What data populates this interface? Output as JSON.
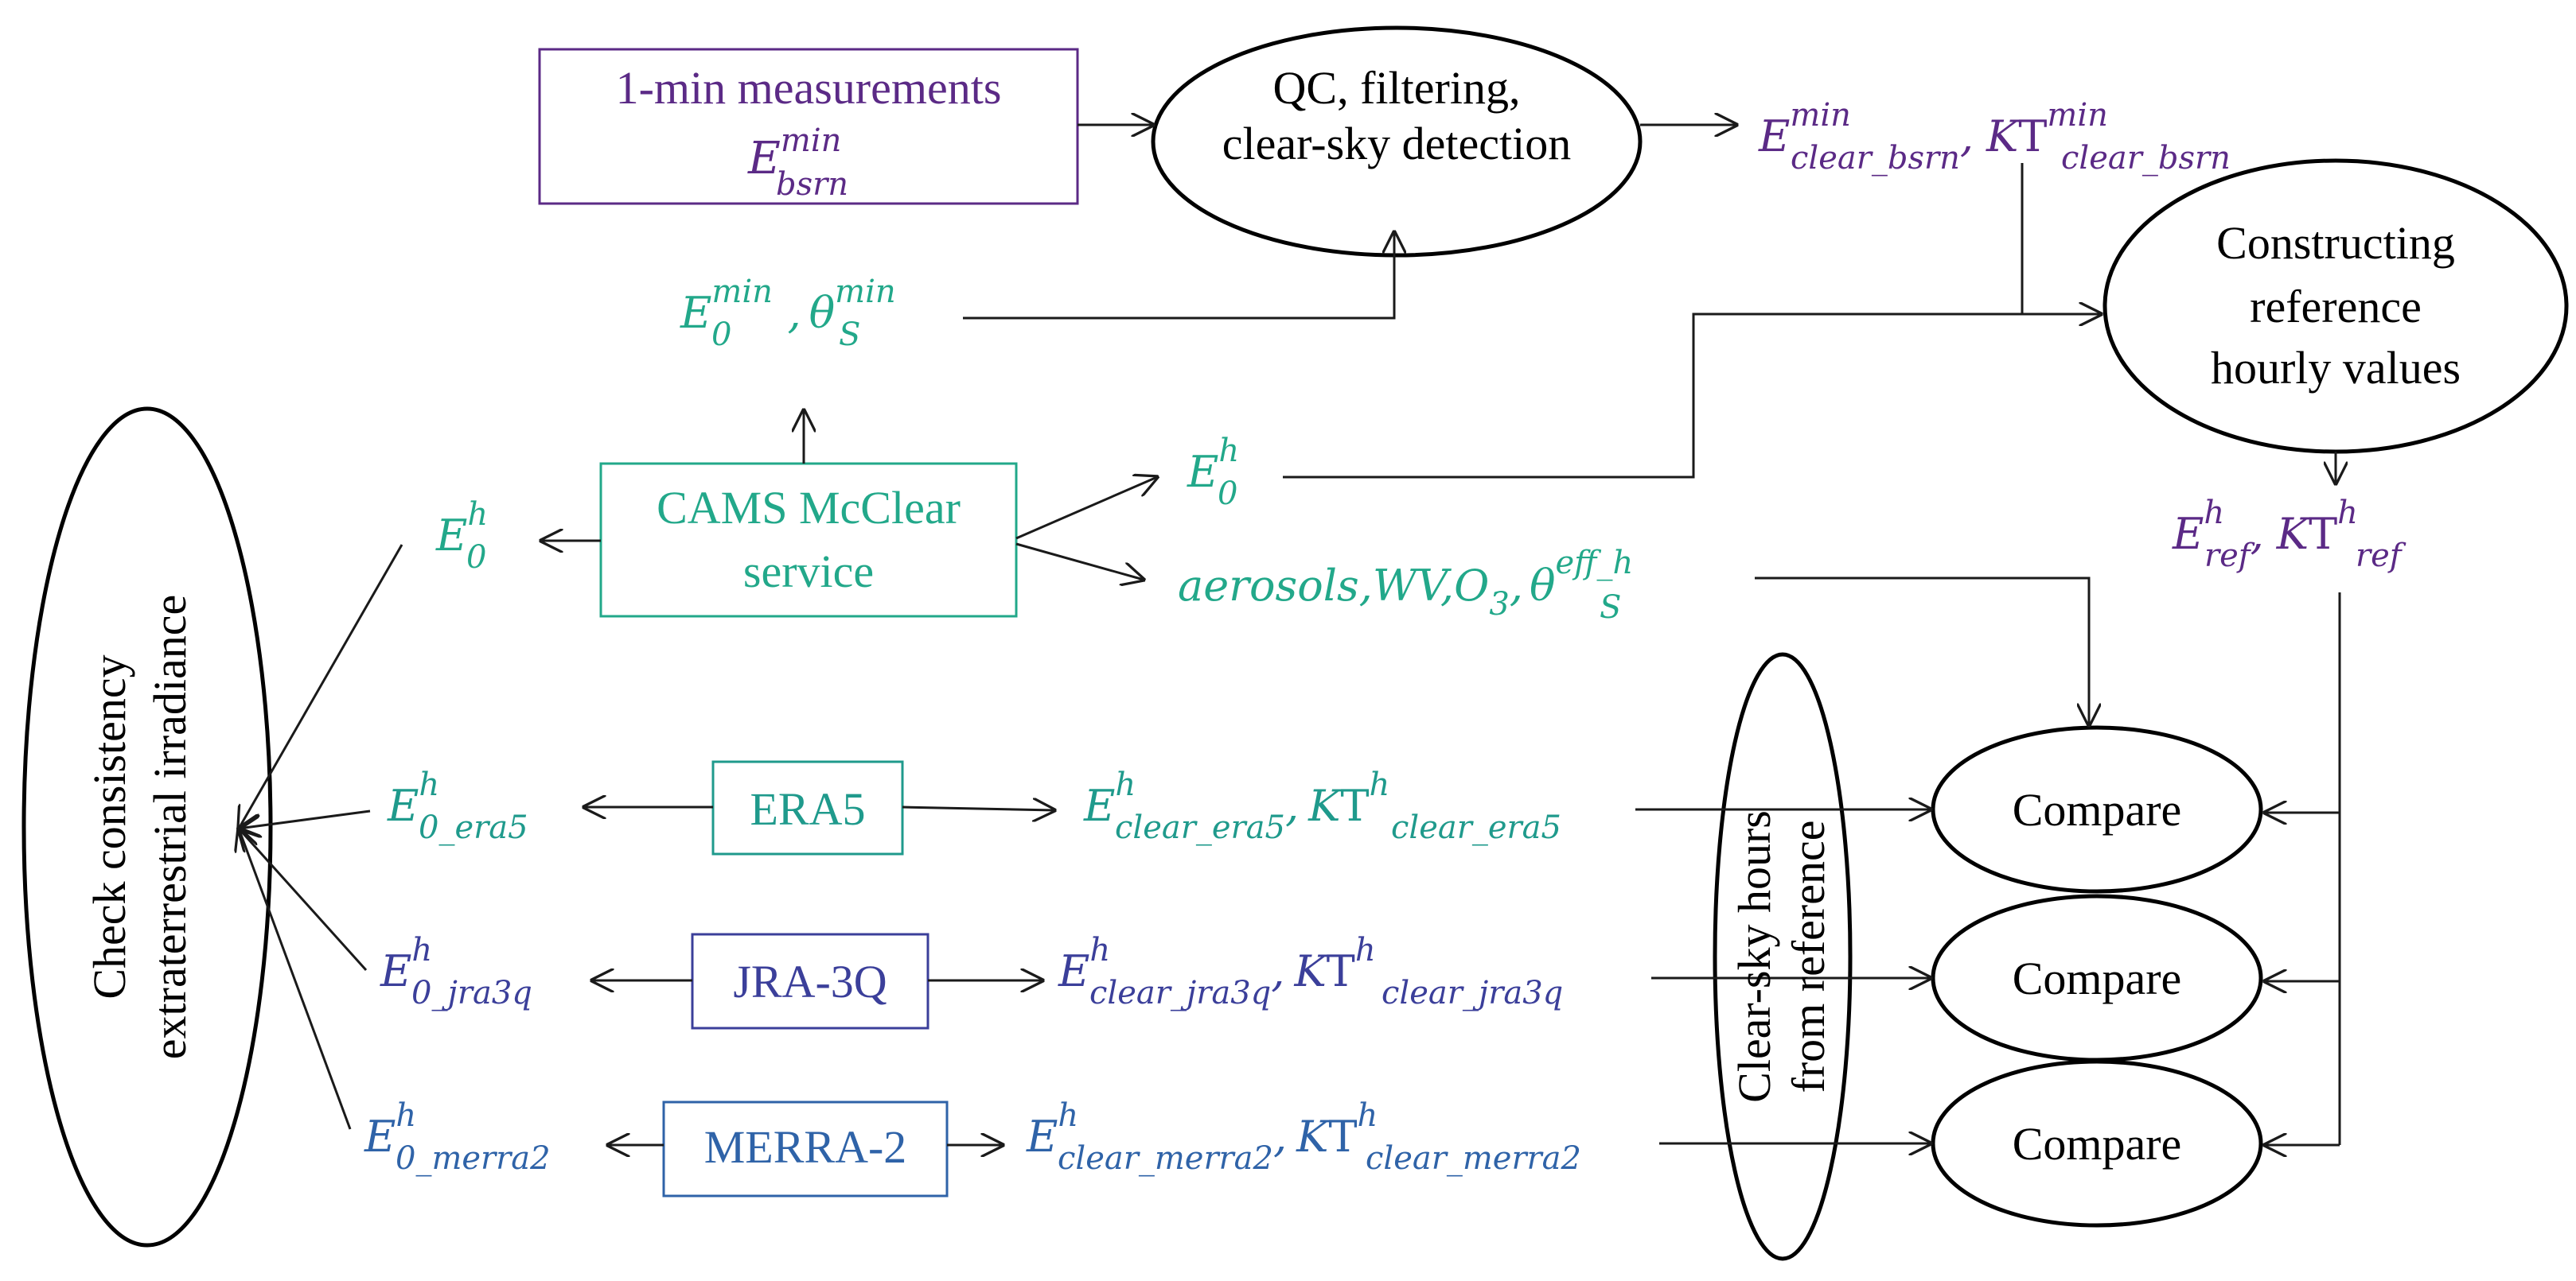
{
  "colors": {
    "purple": "#5b2a86",
    "teal": "#22a88a",
    "blue_era5": "#1f9a8c",
    "blue_jra": "#3b3f9a",
    "blue_merra": "#2f63a8",
    "black": "#000000",
    "line": "#1a1a1a"
  },
  "nodes": {
    "measurements": {
      "line1": "1-min measurements",
      "sym": "E",
      "sup": "min",
      "sub": "bsrn"
    },
    "qc": {
      "line1": "QC, filtering,",
      "line2": "clear-sky detection"
    },
    "constructing": {
      "line1": "Constructing",
      "line2": "reference",
      "line3": "hourly values"
    },
    "cams": {
      "line1": "CAMS McClear",
      "line2": "service"
    },
    "era5": {
      "label": "ERA5"
    },
    "jra3q": {
      "label": "JRA-3Q"
    },
    "merra2": {
      "label": "MERRA-2"
    },
    "check": {
      "line1": "Check consistency",
      "line2": "extraterrestrial irradiance"
    },
    "clearsky": {
      "line1": "Clear-sky hours",
      "line2": "from reference"
    },
    "compare1": {
      "label": "Compare"
    },
    "compare2": {
      "label": "Compare"
    },
    "compare3": {
      "label": "Compare"
    }
  },
  "labels": {
    "clear_bsrn": {
      "E": "E",
      "E_sup": "min",
      "E_sub": "clear_bsrn",
      "sep": ",",
      "K": "K",
      "T": "T",
      "K_sup": "min",
      "K_sub": "clear_bsrn"
    },
    "e0_theta": {
      "E": "E",
      "E_sup": "min",
      "E_sub": "0",
      "sep": ",",
      "theta": "θ",
      "th_sup": "min",
      "th_sub": "S"
    },
    "e0h_right": {
      "E": "E",
      "sup": "h",
      "sub": "0"
    },
    "e0h_left": {
      "E": "E",
      "sup": "h",
      "sub": "0"
    },
    "aerosols": {
      "text": "aerosols,WV,O",
      "o_sub": "3",
      "sep": ",",
      "theta": "θ",
      "th_sup": "eff_h",
      "th_sub": "S"
    },
    "ref": {
      "E": "E",
      "E_sup": "h",
      "E_sub": "ref",
      "sep": ",",
      "K": "K",
      "T": "T",
      "K_sup": "h",
      "K_sub": "ref"
    },
    "e0_era5": {
      "E": "E",
      "sup": "h",
      "sub": "0_era5"
    },
    "e0_jra3q": {
      "E": "E",
      "sup": "h",
      "sub": "0_jra3q"
    },
    "e0_merra2": {
      "E": "E",
      "sup": "h",
      "sub": "0_merra2"
    },
    "clear_era5": {
      "E": "E",
      "E_sup": "h",
      "E_sub": "clear_era5",
      "sep": ",",
      "K": "K",
      "T": "T",
      "K_sup": "h",
      "K_sub": "clear_era5"
    },
    "clear_jra3q": {
      "E": "E",
      "E_sup": "h",
      "E_sub": "clear_jra3q",
      "sep": ",",
      "K": "K",
      "T": "T",
      "K_sup": "h",
      "K_sub": "clear_jra3q"
    },
    "clear_merra2": {
      "E": "E",
      "E_sup": "h",
      "E_sub": "clear_merra2",
      "sep": ",",
      "K": "K",
      "T": "T",
      "K_sup": "h",
      "K_sub": "clear_merra2"
    }
  }
}
